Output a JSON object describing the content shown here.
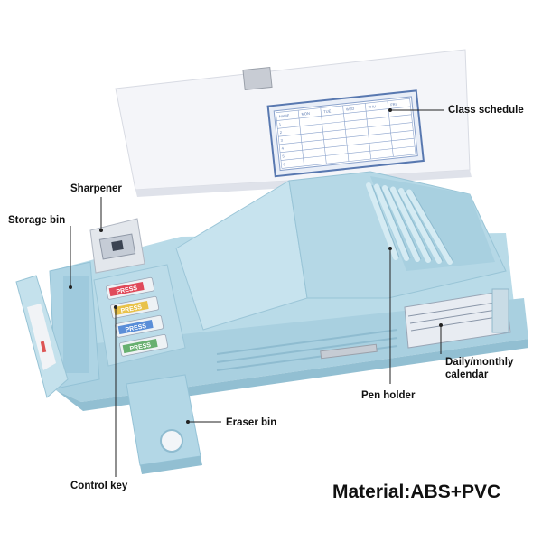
{
  "image": {
    "subject": "light-blue multifunction pencil case with lid open, shown against white background",
    "colors": {
      "body": "#b9dbe8",
      "body_shade": "#9ec8d9",
      "lid": "#f3f4f8",
      "schedule_border": "#5878b0",
      "button_red": "#e04a5a",
      "button_yellow": "#e8c24a",
      "button_blue": "#5a8ed8",
      "button_green": "#68b070"
    }
  },
  "labels": {
    "class_schedule": "Class schedule",
    "sharpener": "Sharpener",
    "storage_bin": "Storage bin",
    "daily_monthly_calendar_line1": "Daily/monthly",
    "daily_monthly_calendar_line2": "calendar",
    "pen_holder": "Pen holder",
    "eraser_bin": "Eraser bin",
    "control_key": "Control key"
  },
  "buttons": [
    "PRESS",
    "PRESS",
    "PRESS",
    "PRESS"
  ],
  "schedule": {
    "header": [
      "NAME",
      "MON",
      "TUE",
      "WED",
      "THU",
      "FRI"
    ],
    "rows": [
      "1",
      "2",
      "3",
      "4",
      "5",
      "6"
    ]
  },
  "material": "Material:ABS+PVC"
}
